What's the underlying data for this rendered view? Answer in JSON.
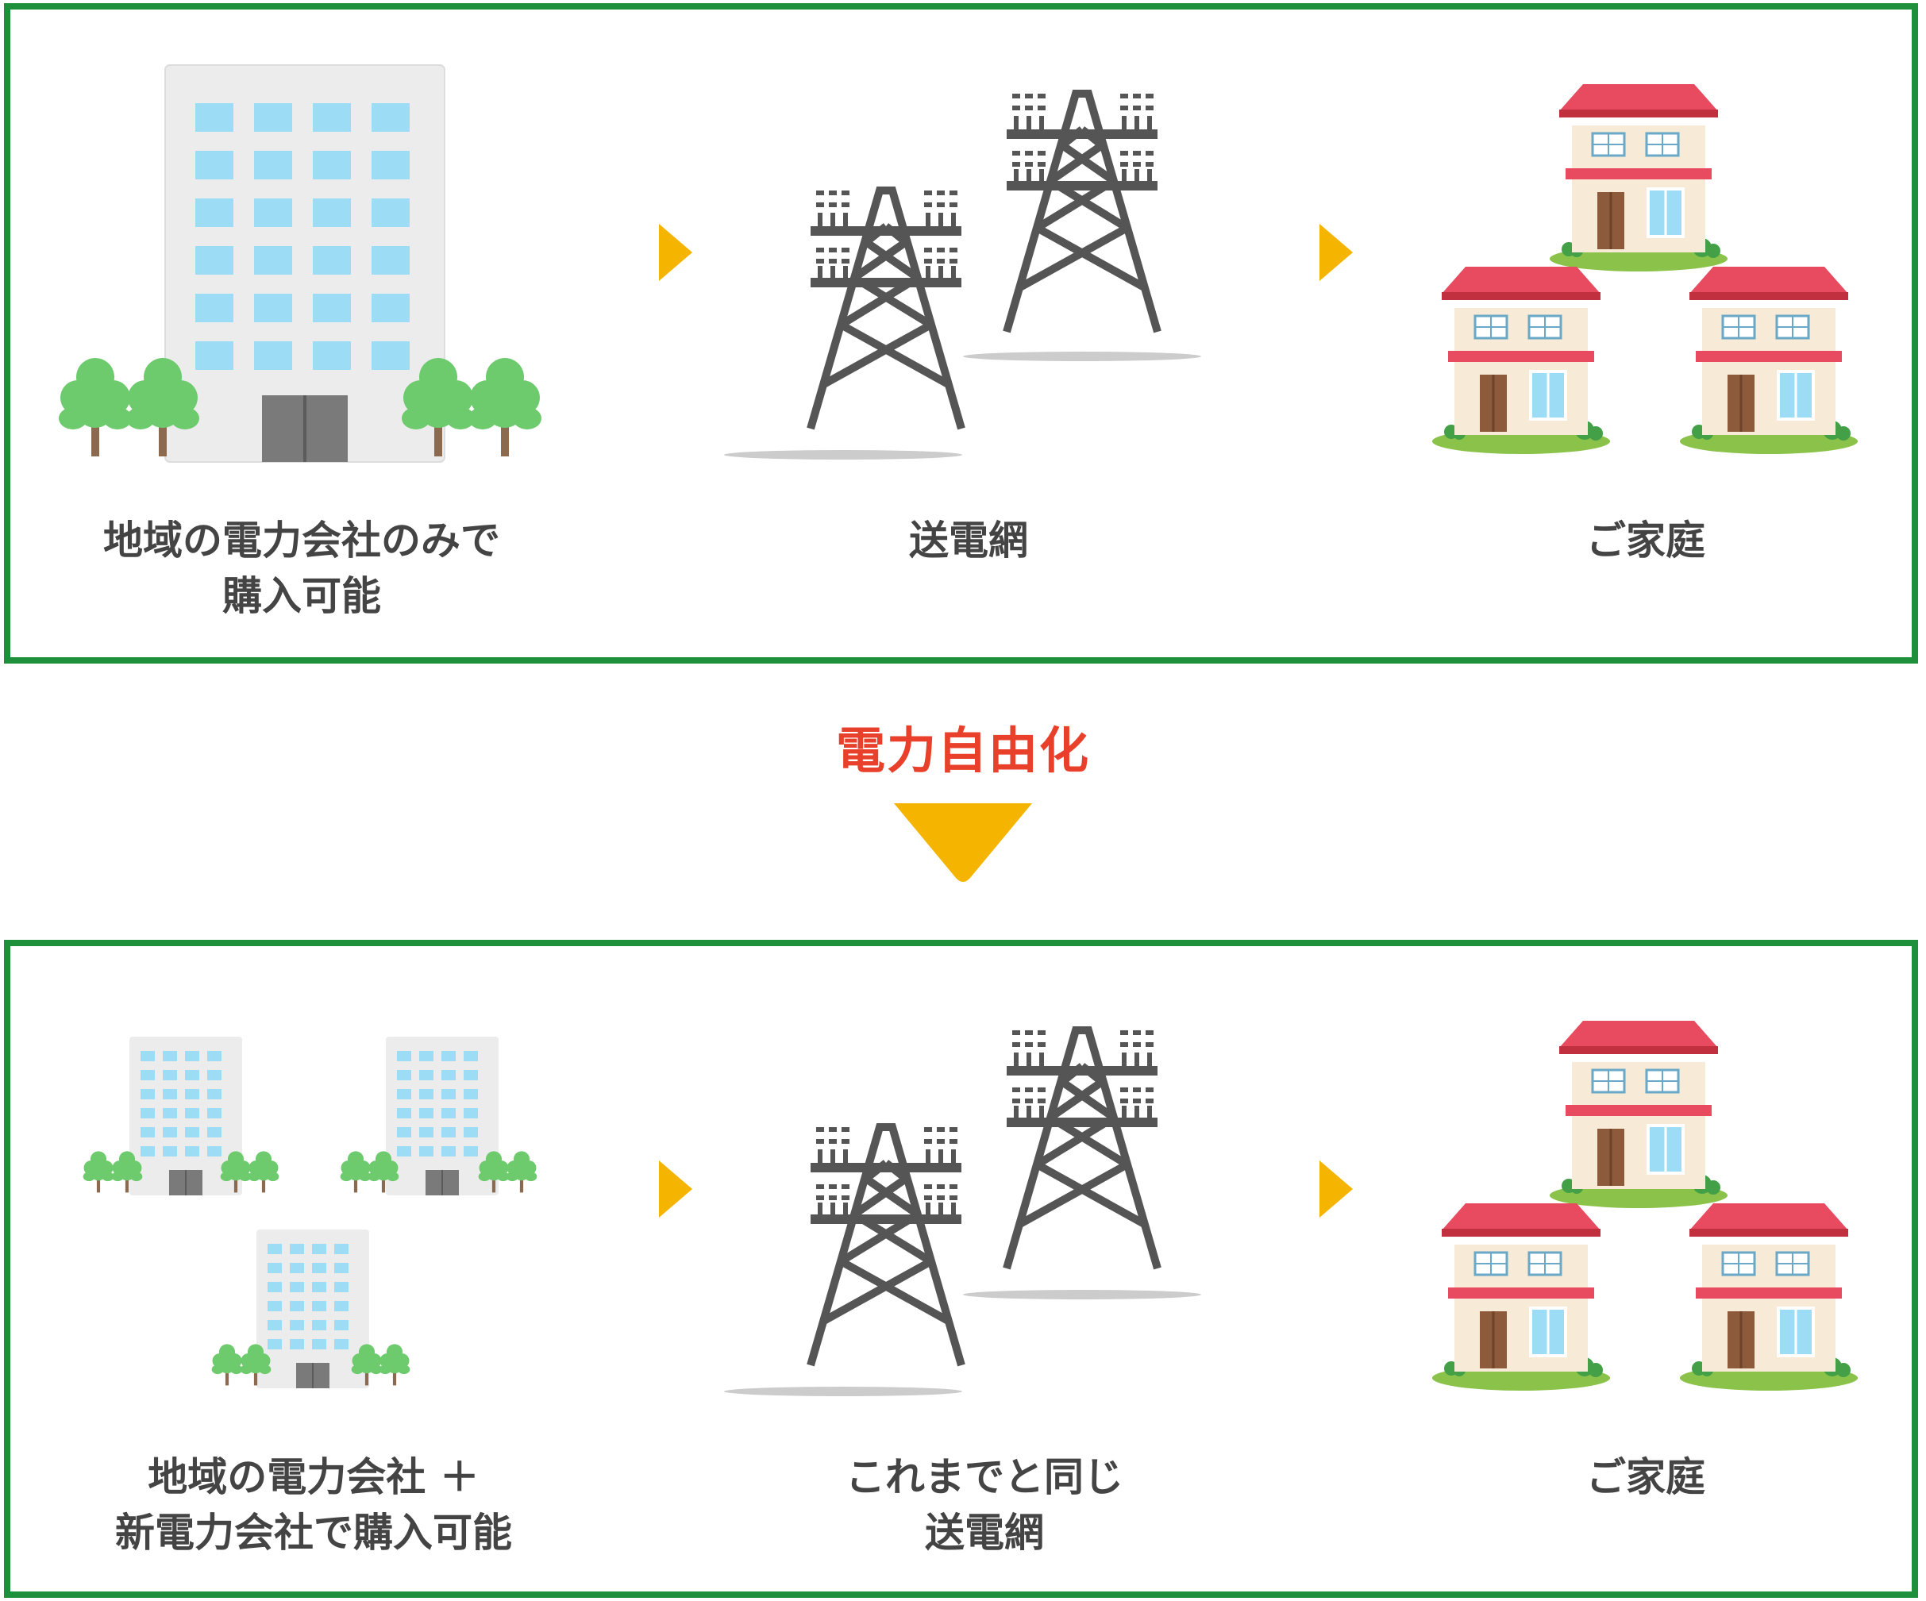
{
  "before": {
    "supplier_label": [
      "地域の電力会社のみで",
      "購入可能"
    ],
    "grid_label": [
      "送電網"
    ],
    "home_label": [
      "ご家庭"
    ]
  },
  "transition": {
    "label": "電力自由化"
  },
  "after": {
    "supplier_label": [
      "地域の電力会社 ＋",
      "新電力会社で購入可能"
    ],
    "grid_label": [
      "これまでと同じ",
      "送電網"
    ],
    "home_label": [
      "ご家庭"
    ]
  },
  "colors": {
    "frame_green": "#1e8f3a",
    "accent_orange": "#f5b400",
    "title_red": "#e8402a",
    "roof_red": "#e84a5f",
    "tower_gray": "#555555",
    "tree_green": "#6dcb6d",
    "window_blue": "#9cdcf5"
  },
  "icons": [
    "office-building-icon",
    "tree-icon",
    "transmission-tower-icon",
    "house-icon",
    "arrow-right-icon",
    "arrow-down-icon"
  ]
}
